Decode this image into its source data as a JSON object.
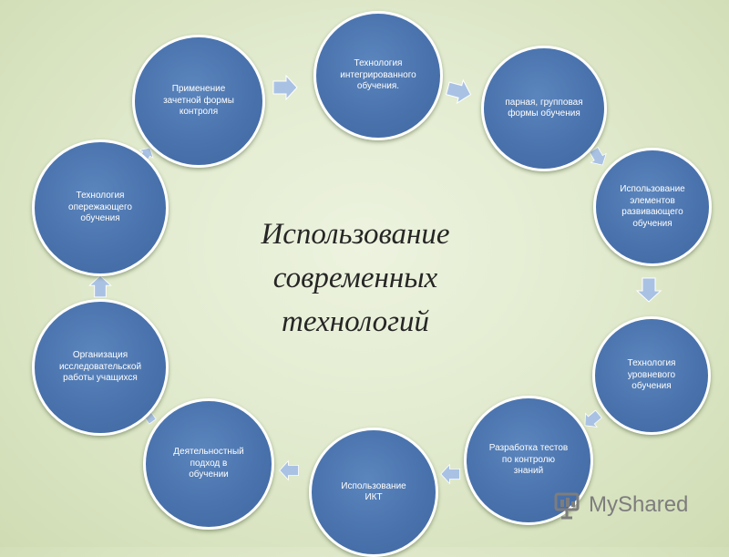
{
  "title": "Использование\nсовременных\nтехнологий",
  "nodes": [
    {
      "id": "integrated",
      "label": "Технология\nинтегрированного\nобучения."
    },
    {
      "id": "pair-group",
      "label": "парная, групповая\nформы обучения"
    },
    {
      "id": "developing",
      "label": "Использование\nэлементов\nразвивающего\nобучения"
    },
    {
      "id": "level",
      "label": "Технология\nуровневого\nобучения"
    },
    {
      "id": "tests",
      "label": "Разработка тестов\nпо контролю\nзнаний"
    },
    {
      "id": "ict",
      "label": "Использование\nИКТ"
    },
    {
      "id": "activity",
      "label": "Деятельностный\nподход в\nобучении"
    },
    {
      "id": "research",
      "label": "Организация\nисследовательской\nработы учащихся"
    },
    {
      "id": "advanced",
      "label": "Технология\nопережающего\nобучения"
    },
    {
      "id": "test-control",
      "label": "Применение\nзачетной формы\nконтроля"
    }
  ],
  "watermark": {
    "text": "MyShared"
  },
  "colors": {
    "node_fill": "#4a73ad",
    "node_border": "#ffffff",
    "arrow": "#a9c2e4",
    "background": "#e2ebcf"
  }
}
